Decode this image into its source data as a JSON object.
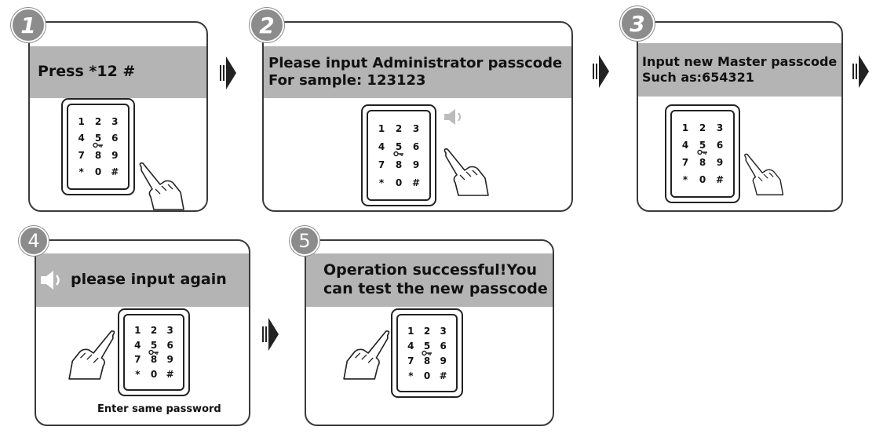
{
  "steps": [
    {
      "number": "1",
      "lines": [
        "Press *12 #"
      ]
    },
    {
      "number": "2",
      "lines": [
        "Please input Administrator passcode",
        "For sample: 123123"
      ]
    },
    {
      "number": "3",
      "lines": [
        "Input new Master passcode",
        "Such as:654321"
      ]
    },
    {
      "number": "4",
      "lines": [
        "please input again"
      ],
      "caption": "Enter same password"
    },
    {
      "number": "5",
      "lines": [
        "Operation successful!You",
        "can test the new passcode"
      ]
    }
  ],
  "keypad_keys": [
    "1",
    "2",
    "3",
    "4",
    "5",
    "6",
    "7",
    "8",
    "9",
    "*",
    "0",
    "#"
  ],
  "colors": {
    "band": "#b4b4b4",
    "badge": "#8c8c8c",
    "border": "#3a3a3a"
  },
  "icons": [
    "speaker-icon",
    "hand-icon",
    "key-icon",
    "arrow-right-icon"
  ]
}
